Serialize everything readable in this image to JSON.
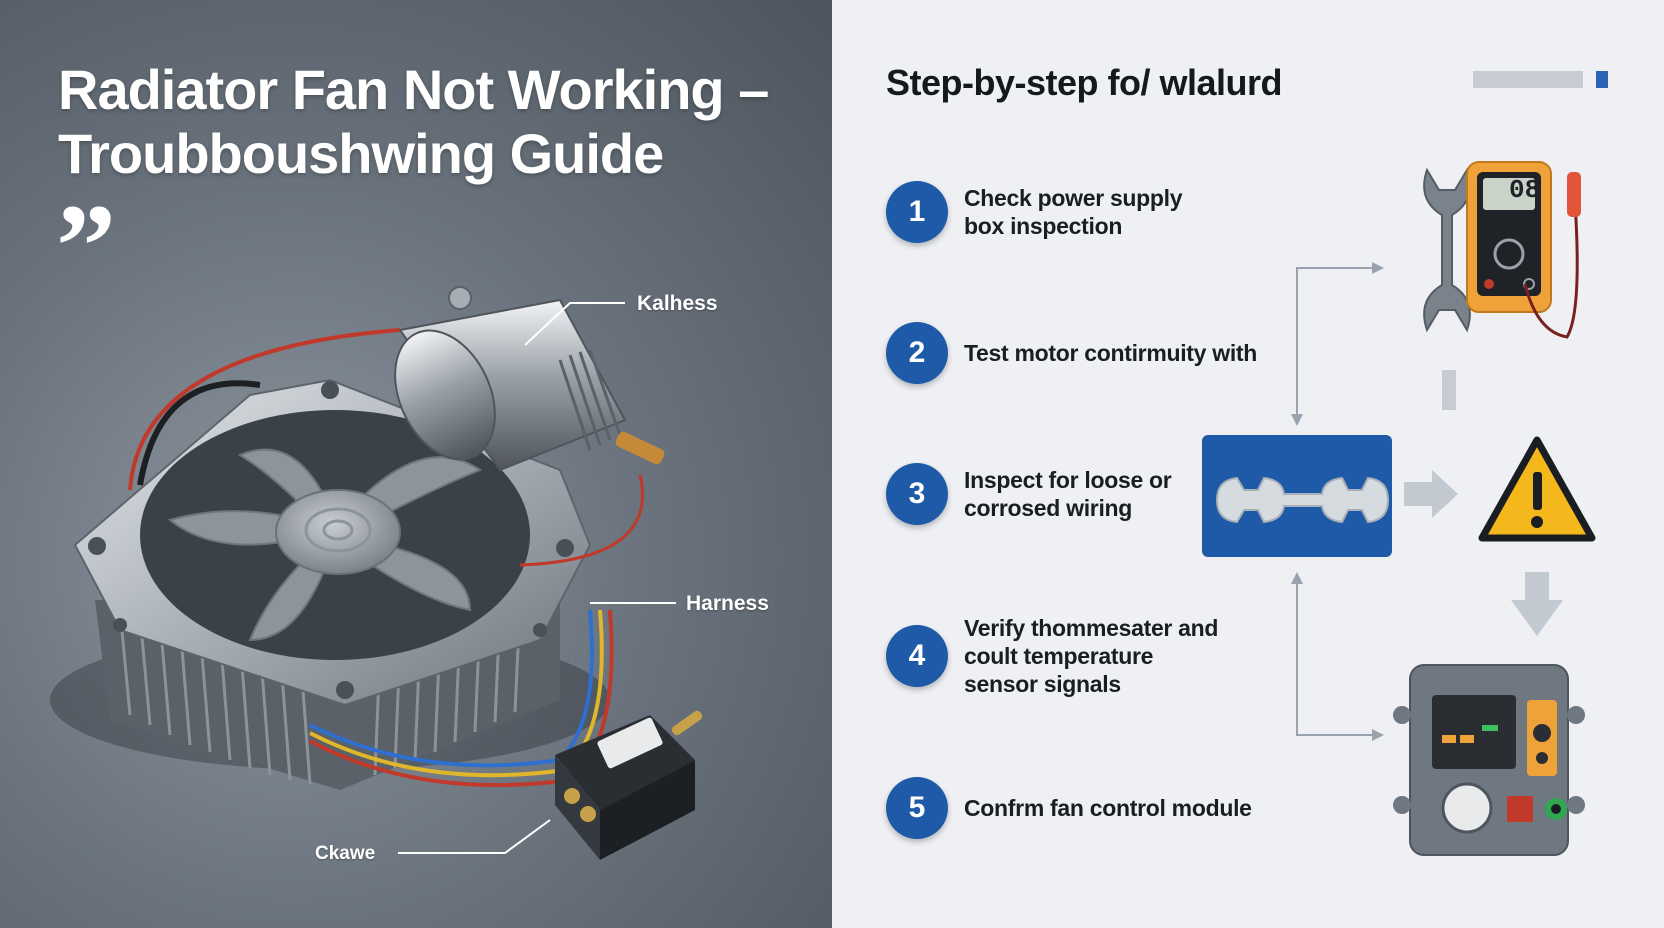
{
  "left": {
    "title_line1": "Radiator Fan Not Working –",
    "title_line2": "Troubboushwing Guide",
    "quote_mark": "”",
    "callouts": {
      "top": "Kalhess",
      "middle": "Harness",
      "bottom": "Ckawe"
    }
  },
  "right": {
    "title": "Step-by-step fo/ wlalurd",
    "steps": [
      {
        "number": "1",
        "line1": "Check power supply",
        "line2": "box inspection",
        "line3": ""
      },
      {
        "number": "2",
        "line1": "Test motor contirmuity with",
        "line2": "",
        "line3": ""
      },
      {
        "number": "3",
        "line1": "Inspect for loose or",
        "line2": "corrosed wiring",
        "line3": ""
      },
      {
        "number": "4",
        "line1": "Verify thommesater and",
        "line2": "coult temperature",
        "line3": "sensor signals"
      },
      {
        "number": "5",
        "line1": "Confrm fan control module",
        "line2": "",
        "line3": ""
      }
    ],
    "multimeter_display": "08"
  },
  "colors": {
    "accent_blue": "#1e5aa8",
    "warning_yellow": "#f5b81c",
    "multimeter_orange": "#f0a23a"
  },
  "icons": [
    "wrench-icon",
    "multimeter-icon",
    "wrench-panel-icon",
    "warning-icon",
    "control-module-icon",
    "arrow-icon"
  ]
}
